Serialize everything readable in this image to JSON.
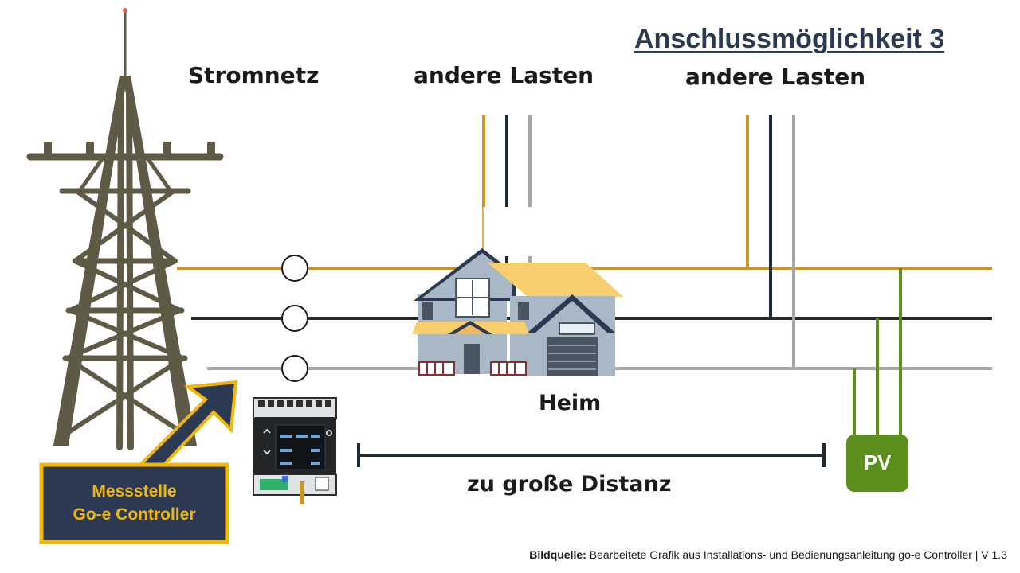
{
  "title": "Anschlussmöglichkeit 3",
  "labels": {
    "grid": "Stromnetz",
    "loads_left": "andere Lasten",
    "loads_right": "andere Lasten",
    "home": "Heim",
    "distance": "zu große Distanz",
    "pv": "PV"
  },
  "measure_box": {
    "line1": "Messstelle",
    "line2": "Go-e Controller"
  },
  "source": {
    "prefix": "Bildquelle:",
    "text": " Bearbeitete Grafik aus Installations- und Bedienungsanleitung go-e Controller | V 1.3"
  },
  "colors": {
    "phase_l1": "#c9962a",
    "phase_l2": "#1f2a33",
    "phase_l3": "#a6a6a6",
    "pv": "#5c8f1e",
    "navy": "#2b3a52",
    "accent": "#f2b705",
    "tower": "#5e5a45"
  },
  "icons": [
    "pylon-icon",
    "house-icon",
    "controller-device-icon",
    "arrow-icon",
    "pv-panel-icon"
  ]
}
